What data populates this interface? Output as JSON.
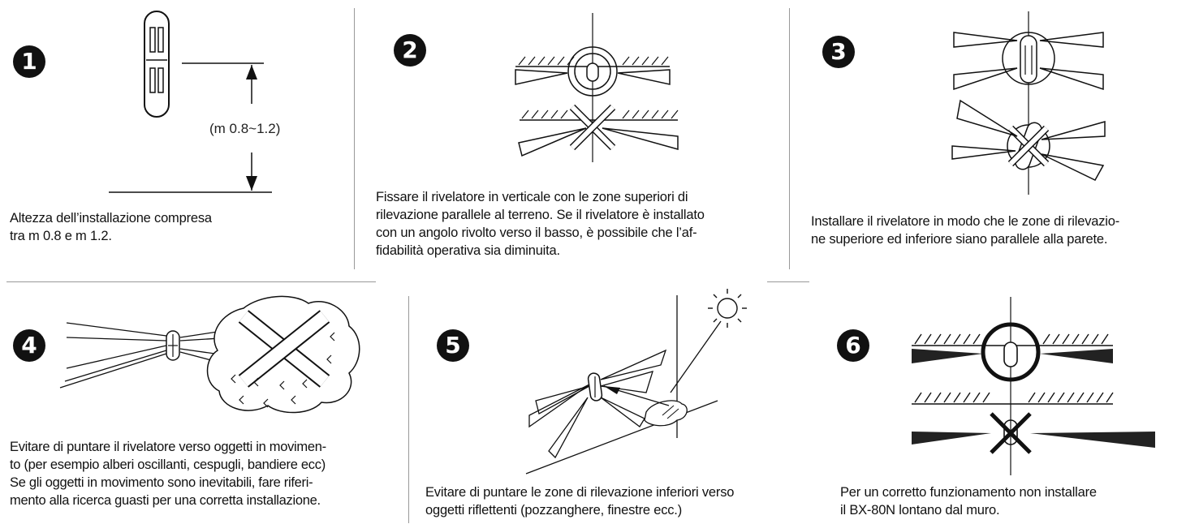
{
  "steps": [
    {
      "number": "1",
      "caption": "Altezza dell’installazione compresa\ntra m 0.8 e m 1.2.",
      "dimension_label": "(m 0.8~1.2)"
    },
    {
      "number": "2",
      "caption": "Fissare il rivelatore in verticale con le zone superiori di\nrilevazione parallele al terreno. Se il rivelatore è installato\ncon un angolo rivolto verso il basso, è possibile che l’af-\nfidabilità operativa sia diminuita."
    },
    {
      "number": "3",
      "caption": "Installare il rivelatore in modo che le zone di rilevazio-\nne superiore ed inferiore siano parallele alla parete."
    },
    {
      "number": "4",
      "caption": "Evitare di puntare il rivelatore verso oggetti in movimen-\nto (per esempio alberi oscillanti, cespugli, bandiere ecc)\nSe gli oggetti in movimento sono inevitabili, fare riferi-\nmento alla ricerca guasti per una corretta installazione."
    },
    {
      "number": "5",
      "caption": "Evitare di puntare le zone di rilevazione inferiori verso\noggetti riflettenti (pozzanghere, finestre ecc.)"
    },
    {
      "number": "6",
      "caption": "Per un corretto funzionamento non installare\nil BX-80N lontano dal muro."
    }
  ]
}
